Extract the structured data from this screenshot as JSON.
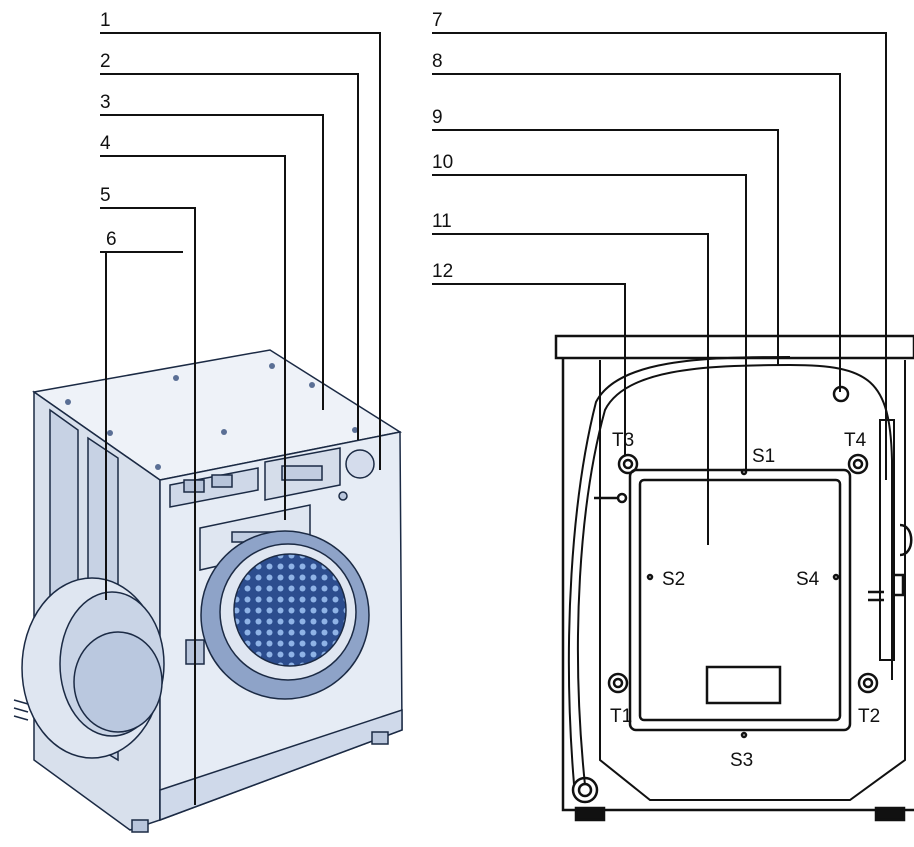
{
  "callouts_left": [
    "1",
    "2",
    "3",
    "4",
    "5",
    "6"
  ],
  "callouts_right": [
    "7",
    "8",
    "9",
    "10",
    "11",
    "12"
  ],
  "rear_labels": {
    "t1": "T1",
    "t2": "T2",
    "t3": "T3",
    "t4": "T4",
    "s1": "S1",
    "s2": "S2",
    "s3": "S3",
    "s4": "S4"
  },
  "colors": {
    "line": "#111111",
    "machine_fill": "#e4eaf3",
    "machine_shade": "#c9d4e6",
    "drum_blue": "#2c4d8e",
    "door_ring": "#8ea3c8"
  },
  "icons": [
    "washing-machine-front",
    "washing-machine-rear"
  ]
}
